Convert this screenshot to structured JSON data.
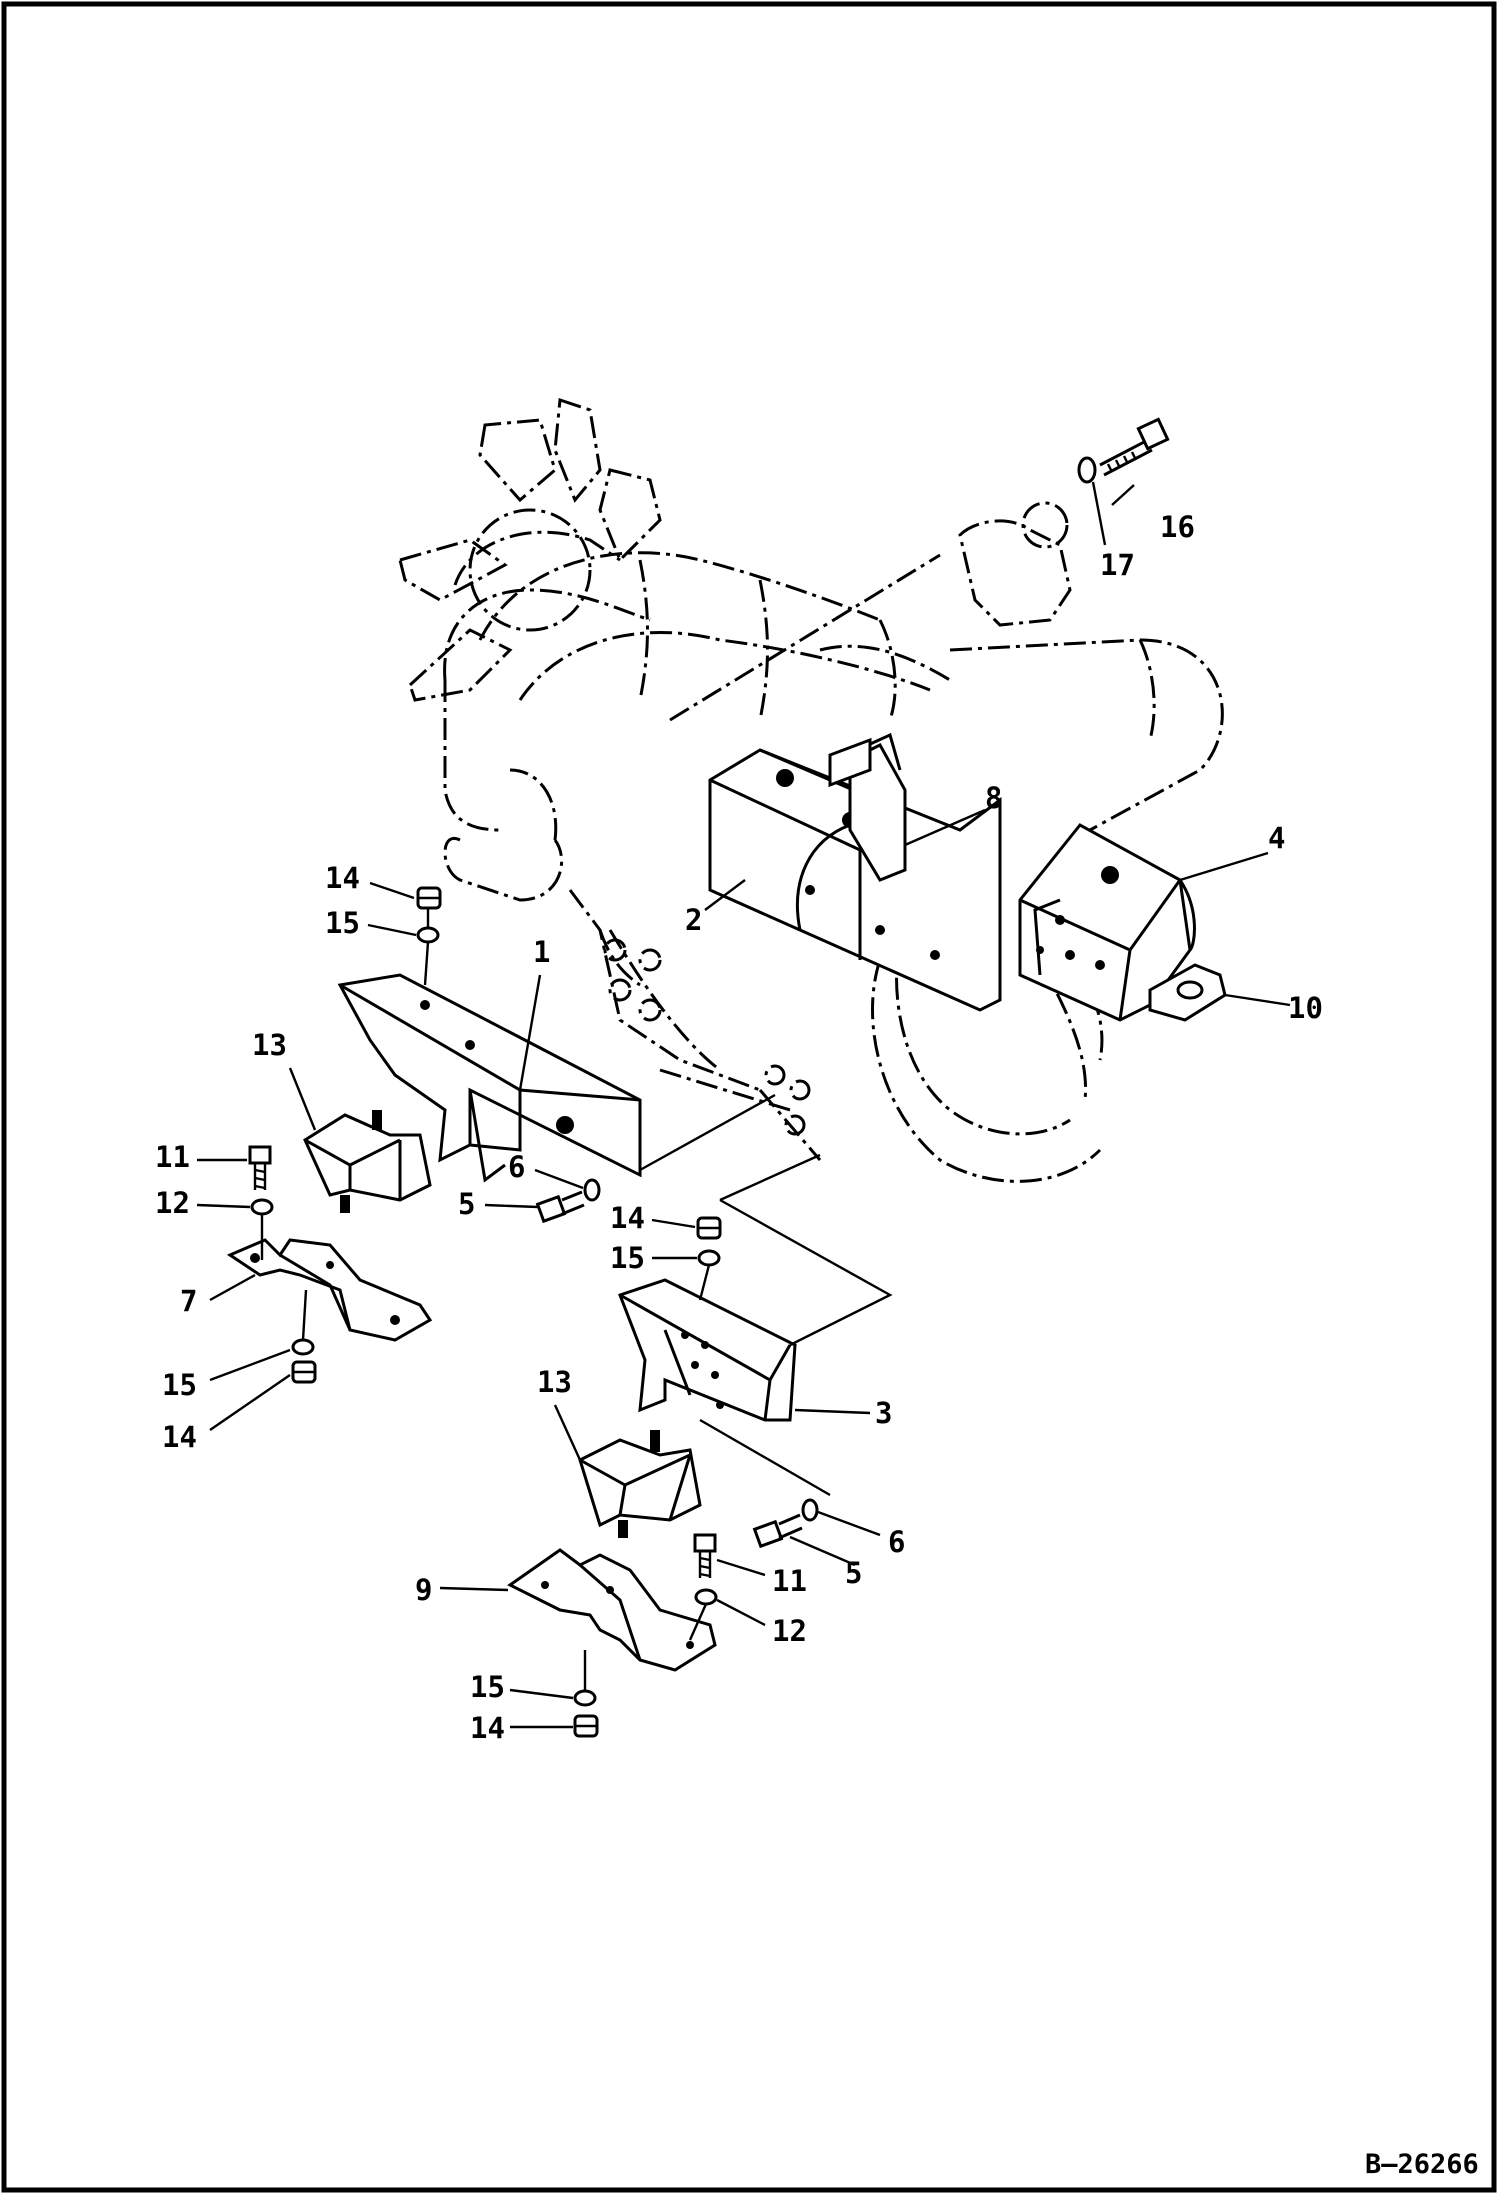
{
  "diagram": {
    "reference_code": "B–26266",
    "callouts": [
      {
        "id": "c1",
        "label": "1"
      },
      {
        "id": "c2",
        "label": "2"
      },
      {
        "id": "c3",
        "label": "3"
      },
      {
        "id": "c4",
        "label": "4"
      },
      {
        "id": "c5a",
        "label": "5"
      },
      {
        "id": "c5b",
        "label": "5"
      },
      {
        "id": "c6a",
        "label": "6"
      },
      {
        "id": "c6b",
        "label": "6"
      },
      {
        "id": "c7",
        "label": "7"
      },
      {
        "id": "c8",
        "label": "8"
      },
      {
        "id": "c9",
        "label": "9"
      },
      {
        "id": "c10",
        "label": "10"
      },
      {
        "id": "c11a",
        "label": "11"
      },
      {
        "id": "c11b",
        "label": "11"
      },
      {
        "id": "c12a",
        "label": "12"
      },
      {
        "id": "c12b",
        "label": "12"
      },
      {
        "id": "c13a",
        "label": "13"
      },
      {
        "id": "c13b",
        "label": "13"
      },
      {
        "id": "c14a",
        "label": "14"
      },
      {
        "id": "c14b",
        "label": "14"
      },
      {
        "id": "c14c",
        "label": "14"
      },
      {
        "id": "c14d",
        "label": "14"
      },
      {
        "id": "c15a",
        "label": "15"
      },
      {
        "id": "c15b",
        "label": "15"
      },
      {
        "id": "c15c",
        "label": "15"
      },
      {
        "id": "c15d",
        "label": "15"
      },
      {
        "id": "c16",
        "label": "16"
      },
      {
        "id": "c17",
        "label": "17"
      }
    ]
  }
}
